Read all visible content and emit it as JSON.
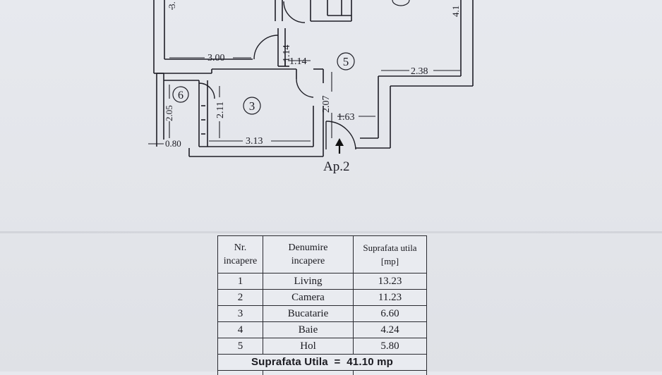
{
  "plan": {
    "apartment_label": "Ap.2",
    "room_numbers": [
      "3",
      "5",
      "6"
    ],
    "dimensions": {
      "d_3_00": "3.00",
      "d_1_14_h": "1.14",
      "d_1_14_v": "1.14",
      "d_2_38": "2.38",
      "d_2_07": "2.07",
      "d_2_11": "2.11",
      "d_2_05": "2.05",
      "d_1_63": "1.63",
      "d_0_80": "0.80",
      "d_3_13": "3.13",
      "d_cut_left": "3.",
      "d_cut_right": "4.1"
    }
  },
  "table": {
    "headers": {
      "nr_line1": "Nr.",
      "nr_line2": "incapere",
      "name_line1": "Denumire",
      "name_line2": "incapere",
      "area_line1": "Suprafata utila",
      "area_line2": "[mp]"
    },
    "rows": [
      {
        "nr": "1",
        "name": "Living",
        "area": "13.23"
      },
      {
        "nr": "2",
        "name": "Camera",
        "area": "11.23"
      },
      {
        "nr": "3",
        "name": "Bucatarie",
        "area": "6.60"
      },
      {
        "nr": "4",
        "name": "Baie",
        "area": "4.24"
      },
      {
        "nr": "5",
        "name": "Hol",
        "area": "5.80"
      }
    ],
    "total": "Suprafata Utila  =  41.10 mp"
  }
}
